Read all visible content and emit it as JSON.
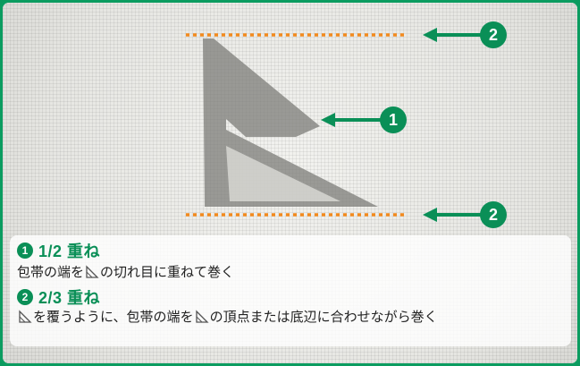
{
  "markers": {
    "top": "2",
    "middle": "1",
    "bottom": "2"
  },
  "legend": {
    "item1": {
      "number": "1",
      "heading": "1/2 重ね",
      "desc_prefix": "包帯の端を",
      "desc_suffix": "の切れ目に重ねて巻く"
    },
    "item2": {
      "number": "2",
      "heading": "2/3 重ね",
      "desc_part2": "を覆うように、包帯の端を",
      "desc_part3": "の頂点または底辺に合わせながら巻く"
    }
  },
  "icons": [
    "triangle-outline-icon",
    "arrow-left-icon"
  ],
  "colors": {
    "accent_green": "#0a8f57",
    "guide_orange": "#f28a1e",
    "fabric": "#ebebe8"
  }
}
